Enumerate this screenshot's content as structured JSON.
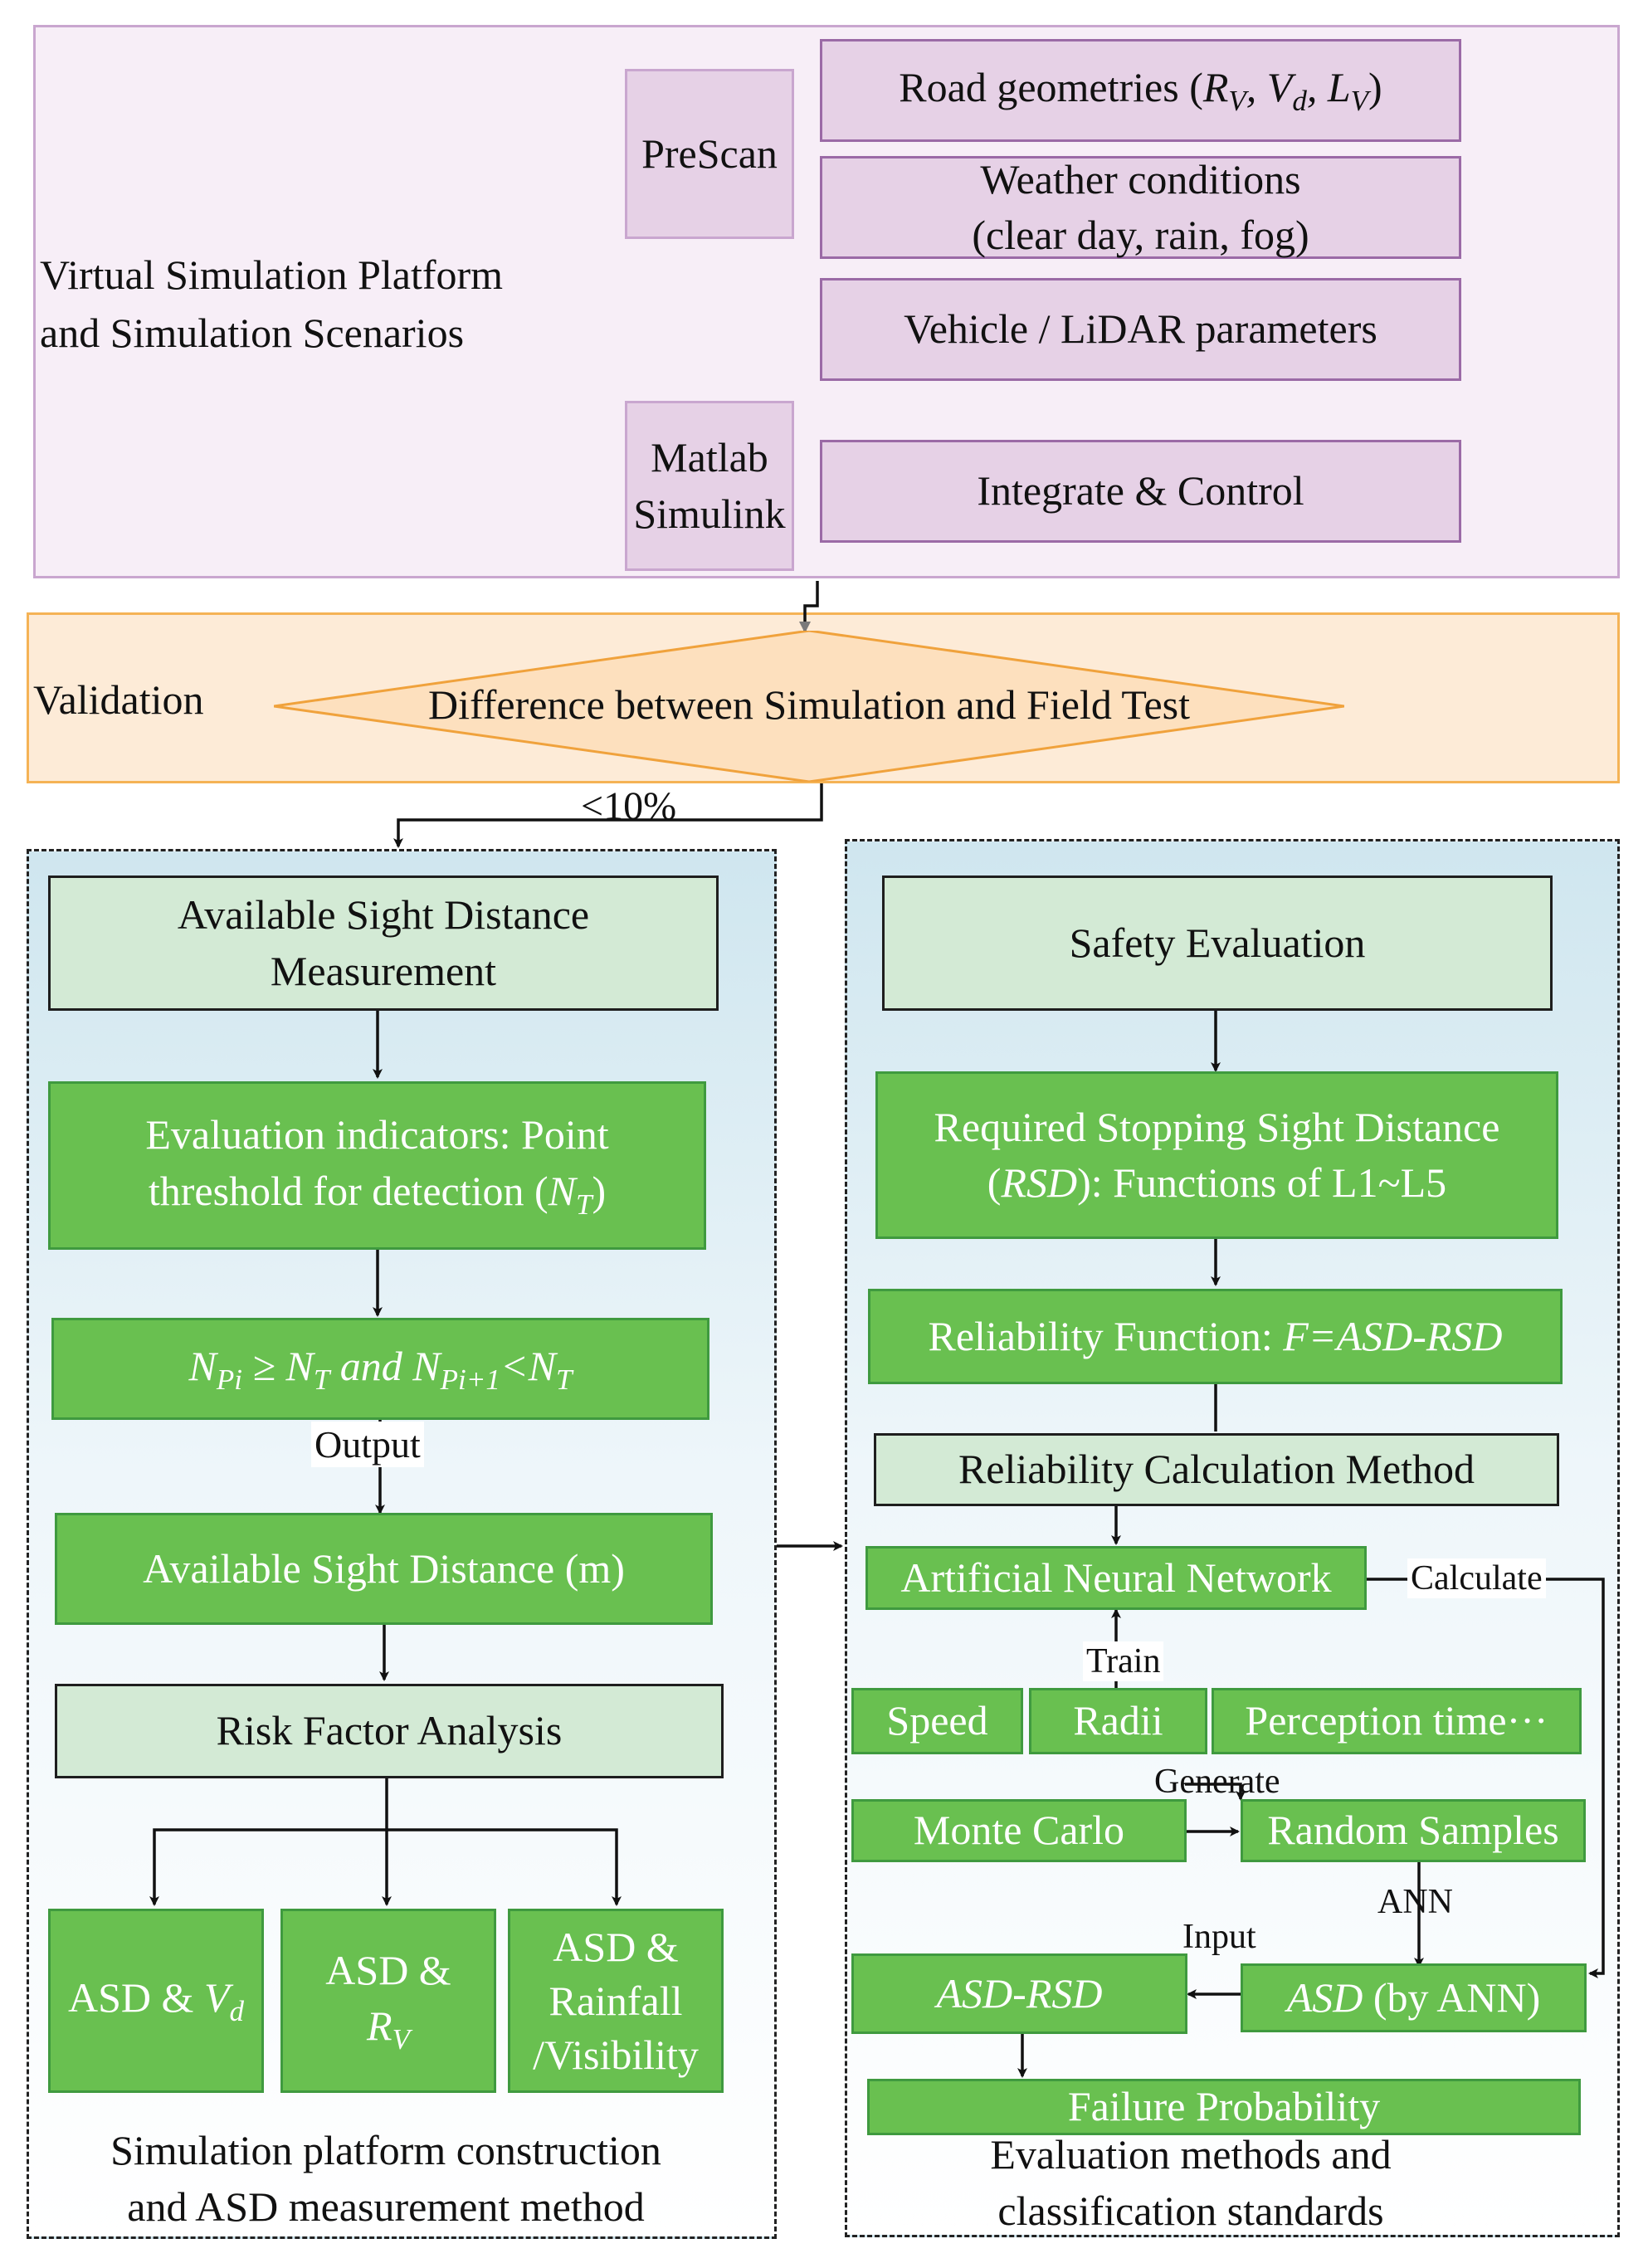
{
  "top": {
    "title": "Virtual Simulation Platform\nand Simulation Scenarios",
    "prescan": "PreScan",
    "matlab": "Matlab\nSimulink",
    "road_prefix": "Road geometries (",
    "road_R": "R",
    "road_V_sub": "V",
    "road_V": "V",
    "road_d_sub": "d",
    "road_L": "L",
    "road_L_sub": "V",
    "road_suffix": ")",
    "weather": "Weather conditions\n(clear day, rain, fog)",
    "vehicle": "Vehicle / LiDAR parameters",
    "integrate": "Integrate & Control"
  },
  "validation": {
    "label": "Validation",
    "diamond": "Difference between Simulation and Field Test",
    "threshold": "<10%"
  },
  "left": {
    "asd_measure": "Available Sight Distance\nMeasurement",
    "eval_indicator": "Evaluation indicators: Point\nthreshold for detection (",
    "NT_N": "N",
    "NT_T": "T",
    "eval_close": ")",
    "cond_a": "N",
    "cond_a_sub": "Pi",
    "cond_b": " ≥ N",
    "cond_b_sub": "T",
    "cond_and": "  and N",
    "cond_c_sub": "Pi+1",
    "cond_d": "<N",
    "cond_d_sub": "T",
    "output_label": "Output",
    "asd_m": "Available Sight Distance (m)",
    "risk": "Risk Factor Analysis",
    "asd_vd_a": "ASD & ",
    "asd_vd_v": "V",
    "asd_vd_sub": "d",
    "asd_rv_a": "ASD &",
    "asd_rv_r": "R",
    "asd_rv_sub": "V",
    "asd_rain": "ASD &\nRainfall\n/Visibility",
    "caption": "Simulation platform  construction\nand ASD measurement method"
  },
  "right": {
    "safety": "Safety Evaluation",
    "rsd_a": "Required Stopping Sight Distance\n(",
    "rsd_i": "RSD",
    "rsd_b": "): Functions of L1~L5",
    "rel_fn_a": "Reliability Function: ",
    "rel_fn_i": "F=ASD-RSD",
    "rel_calc": "Reliability Calculation Method",
    "ann": "Artificial Neural Network",
    "calculate": "Calculate",
    "train": "Train",
    "speed": "Speed",
    "radii": "Radii",
    "perception": "Perception time···",
    "generate": "Generate",
    "monte": "Monte Carlo",
    "random": "Random Samples",
    "ann_label": "ANN",
    "input": "Input",
    "asd_rsd": "ASD-RSD",
    "asd_ann_i": "ASD",
    "asd_ann_b": " (by ANN)",
    "failure": "Failure Probability",
    "caption": "Evaluation methods and\nclassification standards"
  }
}
